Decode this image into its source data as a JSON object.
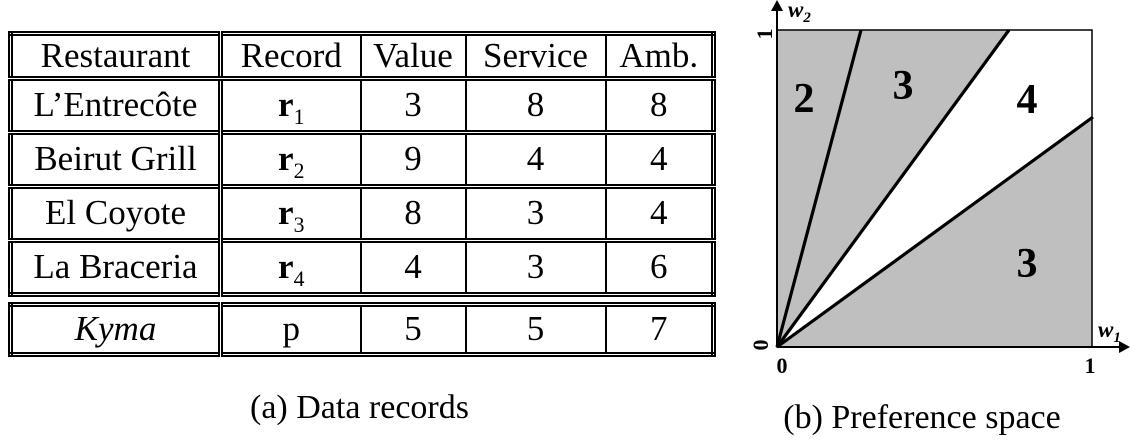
{
  "figure": {
    "panel_a": {
      "caption": "(a) Data records",
      "table": {
        "headers": [
          "Restaurant",
          "Record",
          "Value",
          "Service",
          "Amb."
        ],
        "rows": [
          {
            "restaurant": "L’Entrecôte",
            "record": "r",
            "record_sub": "1",
            "value": "3",
            "service": "8",
            "amb": "8"
          },
          {
            "restaurant": "Beirut Grill",
            "record": "r",
            "record_sub": "2",
            "value": "9",
            "service": "4",
            "amb": "4"
          },
          {
            "restaurant": "El Coyote",
            "record": "r",
            "record_sub": "3",
            "value": "8",
            "service": "3",
            "amb": "4"
          },
          {
            "restaurant": "La Braceria",
            "record": "r",
            "record_sub": "4",
            "value": "4",
            "service": "3",
            "amb": "6"
          }
        ],
        "query_row": {
          "restaurant": "Kyma",
          "record": "p",
          "value": "5",
          "service": "5",
          "amb": "7"
        }
      }
    },
    "panel_b": {
      "caption": "(b) Preference space",
      "axes": {
        "x_label": "w",
        "x_label_sub": "1",
        "y_label": "w",
        "y_label_sub": "2",
        "x_tick_0": "0",
        "x_tick_1": "1",
        "y_tick_0": "0",
        "y_tick_1": "1"
      },
      "regions": [
        {
          "label": "2",
          "shaded": true
        },
        {
          "label": "3",
          "shaded": true
        },
        {
          "label": "4",
          "shaded": false
        },
        {
          "label": "3",
          "shaded": true
        }
      ],
      "boundaries_normalized": [
        {
          "from_w": [
            0,
            0
          ],
          "to_w": [
            0.27,
            1.0
          ]
        },
        {
          "from_w": [
            0,
            0
          ],
          "to_w": [
            0.74,
            1.0
          ]
        },
        {
          "from_w": [
            0,
            0
          ],
          "to_w": [
            1.0,
            0.73
          ]
        }
      ],
      "colors": {
        "shaded_region": "#bfbfbf",
        "line": "#000000",
        "background": "#ffffff"
      }
    }
  }
}
